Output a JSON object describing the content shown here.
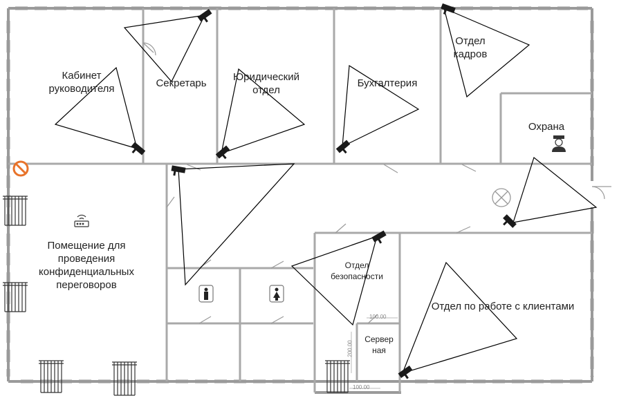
{
  "rooms": {
    "director": "Кабинет руководителя",
    "secretary": "Секретарь",
    "legal": "Юридический отдел",
    "accounting": "Бухгалтерия",
    "hr": "Отдел кадров",
    "security_post": "Охрана",
    "meeting": "Помещение для проведения конфиденциальных переговоров",
    "security_dept": "Отдел безопасности",
    "server": "Сервер ная",
    "clients": "Отдел по работе с клиентами"
  },
  "dimensions": {
    "d1": "100.00",
    "d2": "200.00",
    "d3": "100.00"
  },
  "icons": {
    "camera": "cctv-camera-icon",
    "radiator": "radiator-icon",
    "router": "wifi-router-icon",
    "guard": "security-guard-icon",
    "toilet_male": "male-toilet-icon",
    "toilet_female": "female-toilet-icon",
    "no_entry": "no-entry-sign-icon",
    "lamp": "ceiling-lamp-icon"
  },
  "colors": {
    "wall": "#9a9a9a",
    "camera": "#1a1a1a",
    "sign": "#e8732a"
  }
}
